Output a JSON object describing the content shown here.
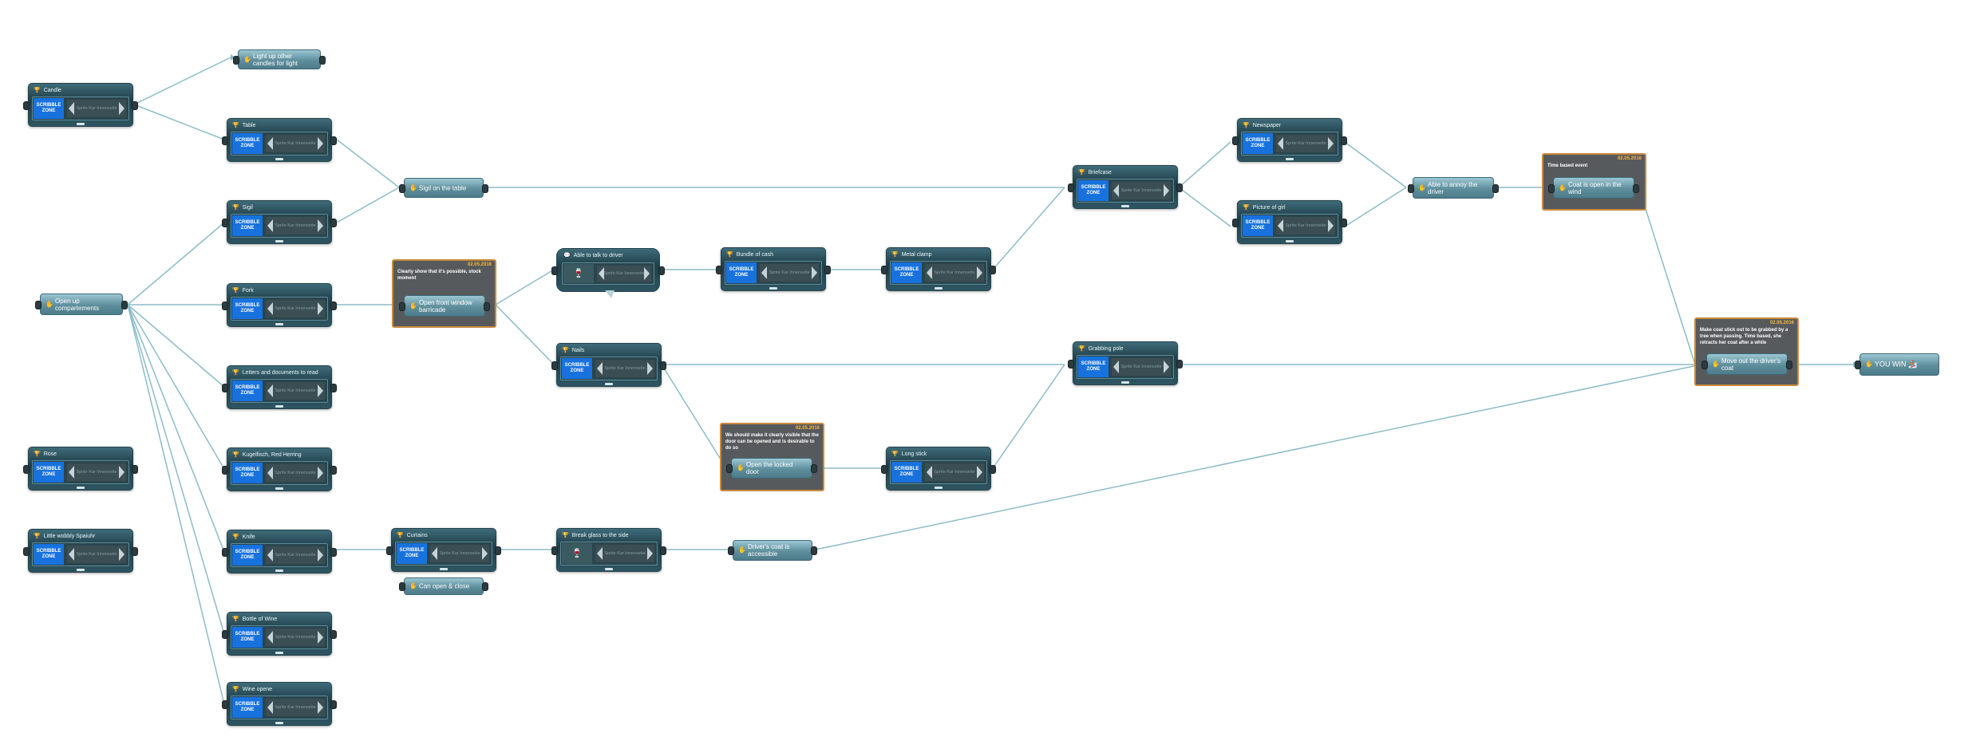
{
  "colors": {
    "wire": "#8cbcc7",
    "zone": "#1872de",
    "date": "#f7b93b",
    "icon": "#f0b92c"
  },
  "zone_label": "SCRIBBLE ZONE",
  "picker_placeholder": "Sprite Kar Innenseite",
  "nodes": {
    "candle": "Candle",
    "table": "Table",
    "sigil": "Sigil",
    "fork": "Fork",
    "letters": "Letters and documents to read",
    "kugelfisch": "Kugelfisch, Red Herring",
    "knife": "Knife",
    "bottle": "Bottle of Wine",
    "wine_opener": "Wine opene",
    "rose": "Rose",
    "spaiuhr": "Little wobbly Spaiuhr",
    "curtains": "Curtains",
    "break_glass": "Break glass to the side",
    "nails": "Nails",
    "bundle_cash": "Bundle of cash",
    "metal_clamp": "Metal clamp",
    "long_stick": "Long stick",
    "grabbing_pole": "Grabbing pole",
    "briefcase": "Briefcase",
    "newspaper": "Newspaper",
    "picture_girl": "Picture of girl",
    "talk_driver": "Able to talk to driver"
  },
  "actions": {
    "light_candles": "Light up other candles for light",
    "open_up": "Open up compartements",
    "sigil_table": "Sigil on the table",
    "front_window": "Open front window barricade",
    "can_open_close": "Can open & close",
    "drivers_coat": "Driver's coat is accessible",
    "open_locked_door": "Open the locked door",
    "annoy_driver": "Able to annoy the driver",
    "coat_open": "Coat is open in the wind",
    "move_coat": "Move out the driver's coat",
    "you_win": "YOU WIN 🏂"
  },
  "panels": {
    "window": {
      "date": "02.05.2016",
      "note": "Clearly show that it's possible, stock moment"
    },
    "door": {
      "date": "02.05.2016",
      "note": "We should make it clearly visible that the door can be opened and is desirable to do so"
    },
    "time": {
      "date": "02.05.2016",
      "note": "Time based event"
    },
    "coat": {
      "date": "02.05.2016",
      "note": "Make coat stick out to be grabbed by a tree when passing. Time based, she retracts her coat after a while"
    }
  }
}
